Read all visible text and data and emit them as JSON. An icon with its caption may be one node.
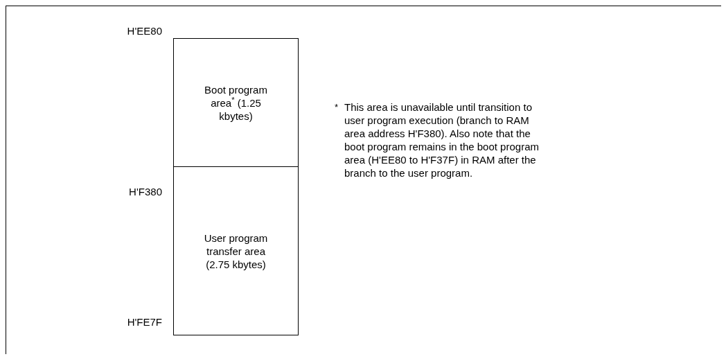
{
  "diagram": {
    "nodes": [
      {
        "text": [
          "Boot program area$^{*}$ (1.25 kbytes)"
        ]
      },
      {
        "text": [
          "User program transfer area (2.75 kbytes)"
        ]
      }
    ],
    "labels": [
      "H'EE80",
      "H'F380",
      "H'FE7F",
      "*",
      "This area is unavailable until transition to user program execution (branch to RAM area address H'F380). Also note that the boot program remains in the boot program area (H'EE80 to H'F37F) in RAM after the branch to the user program."
    ]
  }
}
